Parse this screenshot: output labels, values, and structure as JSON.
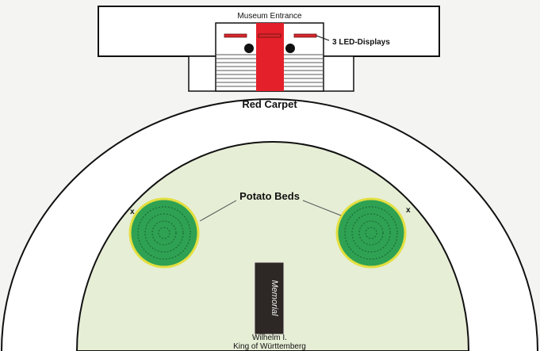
{
  "labels": {
    "museum_entrance": "Museum Entrance",
    "led_displays": "3 LED-Displays",
    "red_carpet": "Red Carpet",
    "potato_beds": "Potato Beds",
    "memorial": "Memorial",
    "king_line1": "Wilhelm I.",
    "king_line2": "King of Württemberg",
    "marker_left": "x",
    "marker_right": "x"
  },
  "colors": {
    "lawn": "#e6eed6",
    "bed_fill": "#2fa153",
    "bed_rim": "#e3df3f",
    "carpet": "#e4202a",
    "led": "#d7262c",
    "memorial": "#2d2725",
    "outline": "#111111"
  }
}
